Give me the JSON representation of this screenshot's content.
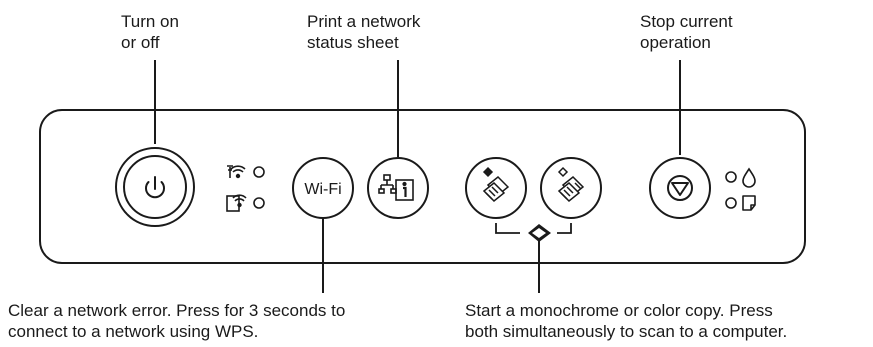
{
  "callouts": {
    "power": [
      "Turn on",
      "or off"
    ],
    "network_status": [
      "Print a network",
      "status sheet"
    ],
    "stop": [
      "Stop current",
      "operation"
    ],
    "wifi": [
      "Clear a network error. Press for 3 seconds to",
      "connect to a network using WPS."
    ],
    "copy": [
      "Start a monochrome or color copy. Press",
      "both simultaneously to scan to a computer."
    ]
  },
  "buttons": {
    "wifi_label": "Wi-Fi"
  },
  "icons": {
    "power": "power-icon",
    "network_status": "network-status-sheet-icon",
    "copy_bw": "monochrome-copy-icon",
    "copy_color": "color-copy-icon",
    "scan": "scan-icon",
    "stop": "stop-icon",
    "wifi_status": "wifi-status-icon",
    "wifi_direct_status": "wifi-direct-status-icon",
    "ink": "ink-drop-icon",
    "paper": "paper-icon"
  }
}
